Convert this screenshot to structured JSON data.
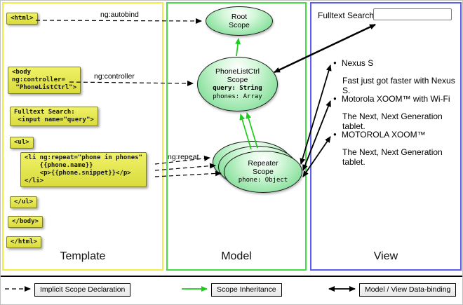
{
  "template_column": {
    "label": "Template",
    "snippets": {
      "html_open": "<html>",
      "body_open": "<body\nng:controller=\n \"PhoneListCtrl\">",
      "search": "Fulltext Search:\n <input name=\"query\">",
      "ul_open": "<ul>",
      "li_repeat": "<li ng:repeat=\"phone in phones\"\n    {{phone.name}}\n    <p>{{phone.snippet}}</p>\n</li>",
      "ul_close": "</ul>",
      "body_close": "</body>",
      "html_close": "</html>"
    }
  },
  "model_column": {
    "label": "Model",
    "root_scope": {
      "title": "Root\nScope"
    },
    "phonelist_scope": {
      "title": "PhoneListCtrl\nScope",
      "prop_query": "query: String",
      "prop_phones": "phones: Array"
    },
    "repeater_scope": {
      "title": "Repeater\nScope",
      "prop_phone": "phone: Object"
    }
  },
  "view_column": {
    "label": "View",
    "search_label": "Fulltext Search:",
    "items": [
      {
        "title": "Nexus S",
        "subtitle": "Fast just got faster with Nexus S."
      },
      {
        "title": "Motorola XOOM™ with Wi-Fi",
        "subtitle": "The Next, Next Generation tablet."
      },
      {
        "title": "MOTOROLA XOOM™",
        "subtitle": "The Next, Next Generation tablet."
      }
    ]
  },
  "arrow_labels": {
    "autobind": "ng:autobind",
    "controller": "ng:controller",
    "repeat": "ng:repeat"
  },
  "legend": {
    "implicit": "Implicit Scope Declaration",
    "inheritance": "Scope Inheritance",
    "binding": "Model / View Data-binding"
  },
  "icons": {
    "bullet": "●"
  },
  "colors": {
    "template_border": "#f0ee46",
    "model_border": "#44dd44",
    "view_border": "#5c5cf0",
    "code_highlight": "#e3e552",
    "scope_fill": "#8ae09e",
    "inheritance_arrow": "#1dcc1d"
  }
}
